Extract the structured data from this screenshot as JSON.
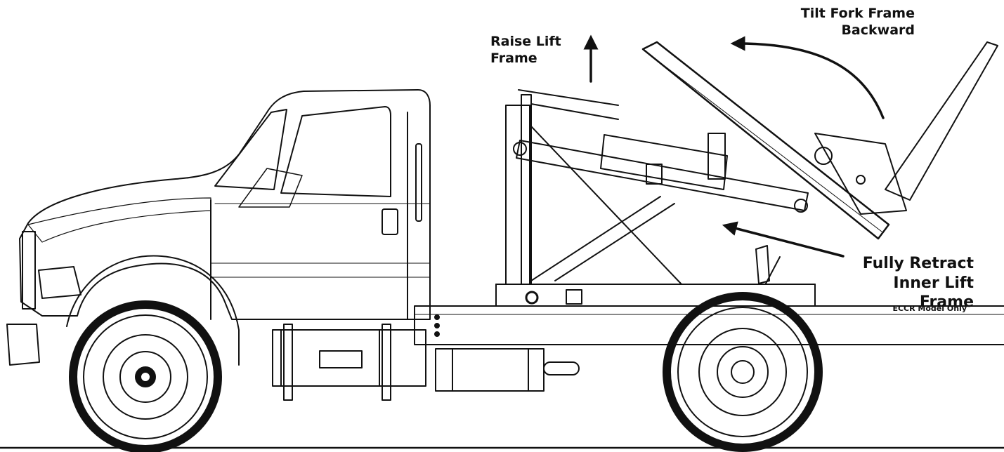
{
  "annotations": {
    "raise_lift_frame": {
      "line1": "Raise Lift",
      "line2": "Frame"
    },
    "tilt_fork_frame": {
      "line1": "Tilt Fork Frame",
      "line2": "Backward"
    },
    "fully_retract": {
      "line1": "Fully Retract",
      "line2": "Inner Lift Frame"
    },
    "model_note": "ECCR Model Only"
  },
  "colors": {
    "line": "#111111",
    "background": "#ffffff"
  }
}
